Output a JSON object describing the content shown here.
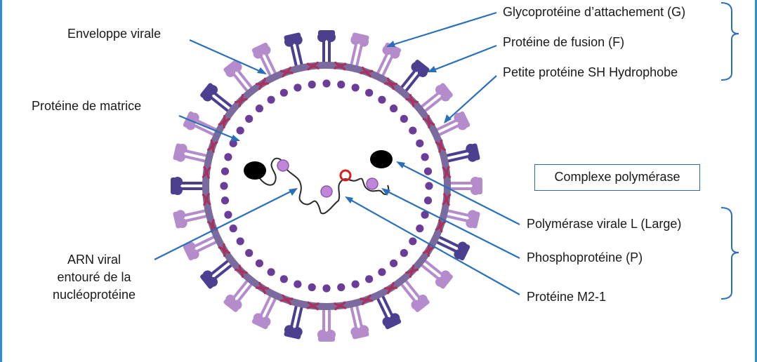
{
  "labels": {
    "envelope": "Enveloppe virale",
    "matrix": "Protéine de matrice",
    "rna_line1": "ARN viral",
    "rna_line2": "entouré de la",
    "rna_line3": "nucléoprotéine",
    "g_protein": "Glycoprotéine d’attachement (G)",
    "f_protein": "Protéine de fusion (F)",
    "sh_protein": "Petite protéine SH Hydrophobe",
    "polymerase_complex": "Complexe polymérase",
    "polymerase_l": "Polymérase virale  L (Large)",
    "phosphoprotein": "Phosphoprotéine (P)",
    "m21": "Protéine M2-1"
  },
  "colors": {
    "frame": "#2b8fd6",
    "leader_line": "#2a70b8",
    "envelope": "#7a6a9e",
    "matrix_dot": "#6b3d98",
    "spike_dark": "#4c3f8f",
    "spike_light": "#b48ccc",
    "sh_red": "#a8325e",
    "polymerase": "#000000",
    "m21_ring": "#d42020"
  }
}
